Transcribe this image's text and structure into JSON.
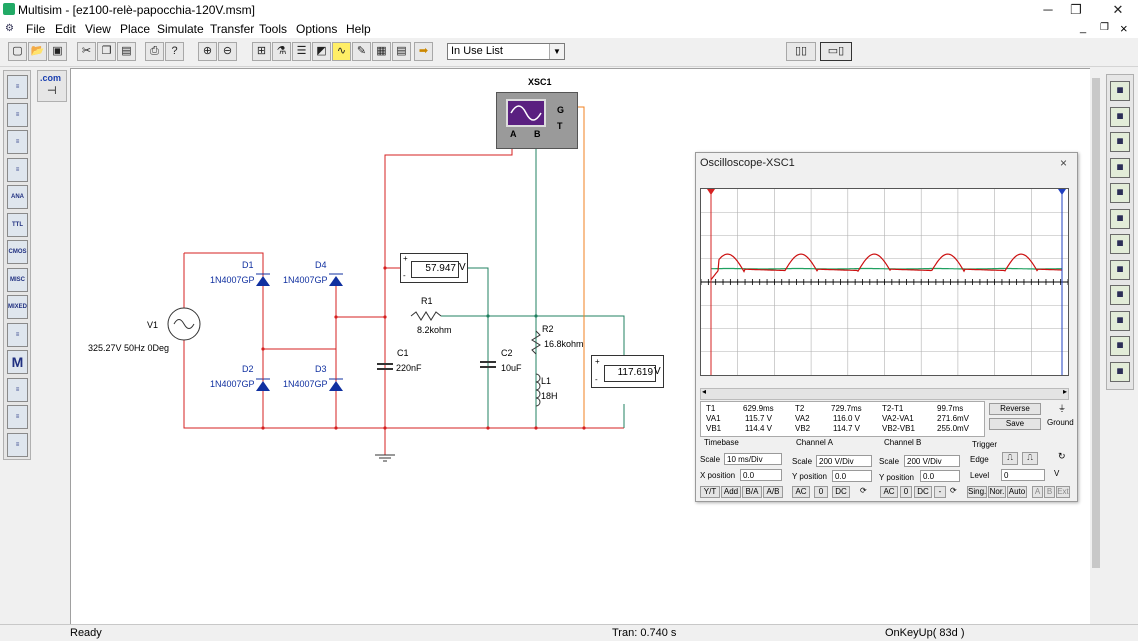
{
  "window": {
    "title": "Multisim - [ez100-relè-papocchia-120V.msm]",
    "minimize": "─",
    "restore": "❐",
    "close": "✕",
    "doc_minimize": "_",
    "doc_restore": "❐",
    "doc_close": "×"
  },
  "menu": [
    "File",
    "Edit",
    "View",
    "Place",
    "Simulate",
    "Transfer",
    "Tools",
    "Options",
    "Help"
  ],
  "toolbar": {
    "in_use_list": "In Use List",
    "dropdown_arrow": "▼"
  },
  "left_palette": [
    {
      "label": "",
      "icon": "source-icon"
    },
    {
      "label": "",
      "icon": "resistor-icon"
    },
    {
      "label": "",
      "icon": "diode-icon"
    },
    {
      "label": "",
      "icon": "transistor-icon"
    },
    {
      "label": "ANA",
      "icon": "analog-icon"
    },
    {
      "label": "TTL",
      "icon": "ttl-icon"
    },
    {
      "label": "CMOS",
      "icon": "cmos-icon"
    },
    {
      "label": "MISC",
      "icon": "misc-digital-icon"
    },
    {
      "label": "MIXED",
      "icon": "mixed-icon"
    },
    {
      "label": "",
      "icon": "indicator-icon"
    },
    {
      "label": "M",
      "icon": "misc-icon"
    },
    {
      "label": "",
      "icon": "rf-icon"
    },
    {
      "label": "",
      "icon": "electromechanical-icon"
    },
    {
      "label": "",
      "icon": "ladder-icon"
    }
  ],
  "left_palette2": {
    "label": ".com"
  },
  "circuit": {
    "scope_label": "XSC1",
    "scope_ports": {
      "a": "A",
      "b": "B",
      "g": "G",
      "t": "T"
    },
    "v1_name": "V1",
    "v1_value": "325.27V 50Hz 0Deg",
    "d1": "D1",
    "d1_model": "1N4007GP",
    "d2": "D2",
    "d2_model": "1N4007GP",
    "d3": "D3",
    "d3_model": "1N4007GP",
    "d4": "D4",
    "d4_model": "1N4007GP",
    "r1": "R1",
    "r1_value": "8.2kohm",
    "r2": "R2",
    "r2_value": "16.8kohm",
    "c1": "C1",
    "c1_value": "220nF",
    "c2": "C2",
    "c2_value": "10uF",
    "l1": "L1",
    "l1_value": "18H",
    "meter1_value": "57.947",
    "meter1_unit": "V",
    "meter2_value": "117.619",
    "meter2_unit": "V",
    "meter_plus": "+",
    "meter_minus": "-"
  },
  "oscilloscope": {
    "title": "Oscilloscope-XSC1",
    "close": "×",
    "t1_label": "T1",
    "t1_time": "629.9ms",
    "va1_label": "VA1",
    "va1": "115.7 V",
    "vb1_label": "VB1",
    "vb1": "114.4 V",
    "t2_label": "T2",
    "t2_time": "729.7ms",
    "va2_label": "VA2",
    "va2": "116.0 V",
    "vb2_label": "VB2",
    "vb2": "114.7 V",
    "t21_label": "T2-T1",
    "t21_time": "99.7ms",
    "va21_label": "VA2-VA1",
    "va21": "271.6mV",
    "vb21_label": "VB2-VB1",
    "vb21": "255.0mV",
    "reverse": "Reverse",
    "save": "Save",
    "ground": "Ground",
    "timebase": {
      "title": "Timebase",
      "scale_label": "Scale",
      "scale": "10 ms/Div",
      "xpos_label": "X position",
      "xpos": "0.0",
      "modes": [
        "Y/T",
        "Add",
        "B/A",
        "A/B"
      ]
    },
    "channel_a": {
      "title": "Channel A",
      "scale_label": "Scale",
      "scale": "200 V/Div",
      "ypos_label": "Y position",
      "ypos": "0.0",
      "coupling": [
        "AC",
        "0",
        "DC"
      ]
    },
    "channel_b": {
      "title": "Channel B",
      "scale_label": "Scale",
      "scale": "200 V/Div",
      "ypos_label": "Y position",
      "ypos": "0.0",
      "coupling": [
        "AC",
        "0",
        "DC",
        "-"
      ]
    },
    "trigger": {
      "title": "Trigger",
      "edge_label": "Edge",
      "level_label": "Level",
      "level": "0",
      "level_unit": "V",
      "modes": [
        "Sing.",
        "Nor.",
        "Auto",
        "A",
        "B",
        "Ext"
      ]
    }
  },
  "status": {
    "ready": "Ready",
    "tran": "Tran: 0.740 s",
    "keyup": "OnKeyUp( 83d )"
  },
  "colors": {
    "wire_red": "#d62020",
    "wire_green": "#208060",
    "wire_orange": "#f08020",
    "component_blue": "#1030a0",
    "trace_a": "#cc1010",
    "trace_b": "#20a060"
  }
}
